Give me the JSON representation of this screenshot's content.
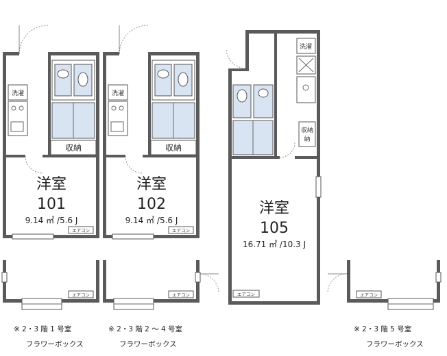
{
  "rooms": [
    {
      "name": "洋室",
      "number": "101",
      "area": "9.14 ㎡ /5.6 J"
    },
    {
      "name": "洋室",
      "number": "102",
      "area": "9.14 ㎡ /5.6 J"
    },
    {
      "name": "洋室",
      "number": "105",
      "area": "16.71 ㎡ /10.3 J"
    }
  ],
  "fixtures": {
    "storage": "収納",
    "washer": "洗濯",
    "aircon": "エアコン"
  },
  "notes": [
    {
      "line1": "※ 2・3 階 1 号室",
      "line2": "フラワーボックス"
    },
    {
      "line1": "※ 2・3 階 2 〜 4 号室",
      "line2": "フラワーボックス"
    },
    {
      "line1": "※ 2・3 階 5 号室",
      "line2": "フラワーボックス"
    }
  ],
  "colors": {
    "wall": "#5a5a5a",
    "fixture": "#d9e4f2"
  }
}
